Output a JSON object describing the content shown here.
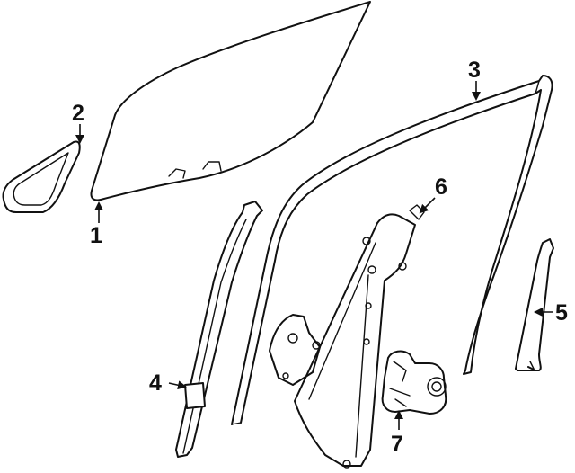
{
  "callouts": [
    {
      "id": "1",
      "label": "1"
    },
    {
      "id": "2",
      "label": "2"
    },
    {
      "id": "3",
      "label": "3"
    },
    {
      "id": "4",
      "label": "4"
    },
    {
      "id": "5",
      "label": "5"
    },
    {
      "id": "6",
      "label": "6"
    },
    {
      "id": "7",
      "label": "7"
    }
  ],
  "colors": {
    "line": "#111111",
    "background": "#ffffff"
  }
}
